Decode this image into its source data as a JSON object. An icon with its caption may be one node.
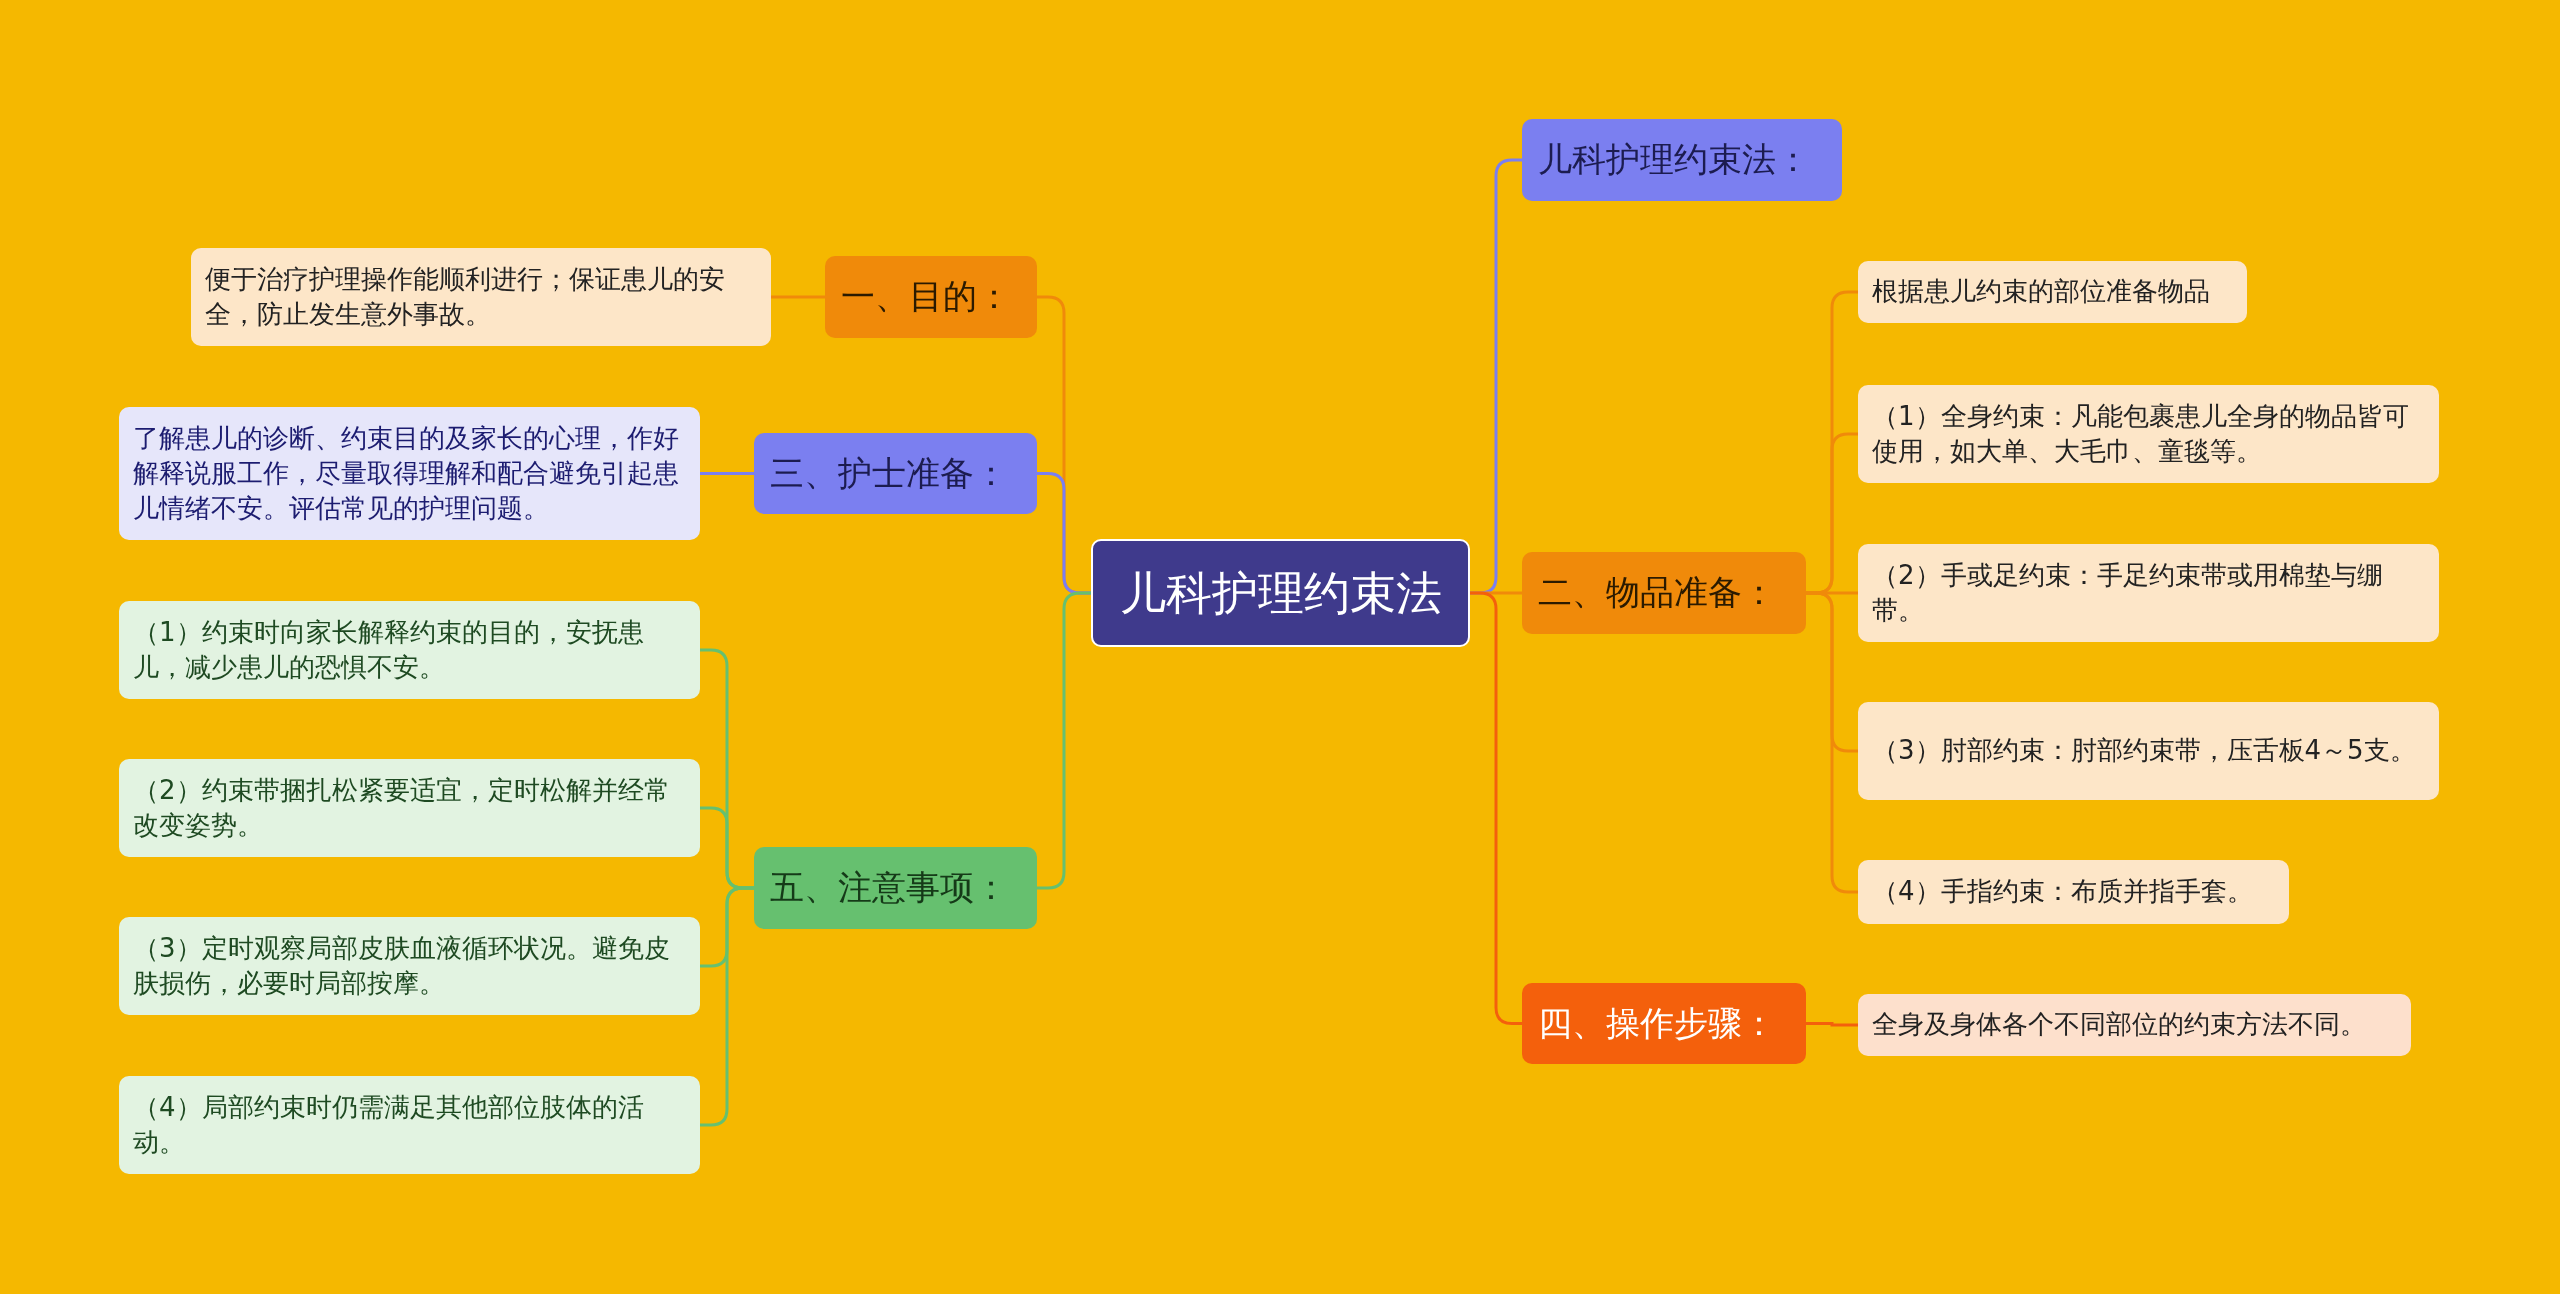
{
  "diagram": {
    "nodes": [
      {
        "text": [
          "儿科护理约束法"
        ]
      },
      {
        "text": [
          "一、目的："
        ]
      },
      {
        "text": [
          "便于治疗护理操作能顺利进行；保证患儿的安全，防止发生意外事故。"
        ]
      },
      {
        "text": [
          "三、护士准备："
        ]
      },
      {
        "text": [
          "了解患儿的诊断、约束目的及家长的心理，作好解释说服工作，尽量取得理解和配合避免引起患儿情绪不安。评估常见的护理问题。"
        ]
      },
      {
        "text": [
          "五、注意事项："
        ]
      },
      {
        "text": [
          "（1）约束时向家长解释约束的目的，安抚患儿，减少患儿的恐惧不安。"
        ]
      },
      {
        "text": [
          "（2）约束带捆扎松紧要适宜，定时松解并经常改变姿势。"
        ]
      },
      {
        "text": [
          "（3）定时观察局部皮肤血液循环状况。避免皮肤损伤，必要时局部按摩。"
        ]
      },
      {
        "text": [
          "（4）局部约束时仍需满足其他部位肢体的活动。"
        ]
      },
      {
        "text": [
          "儿科护理约束法："
        ]
      },
      {
        "text": [
          "二、物品准备："
        ]
      },
      {
        "text": [
          "根据患儿约束的部位准备物品"
        ]
      },
      {
        "text": [
          "（1）全身约束：凡能包裹患儿全身的物品皆可使用，如大单、大毛巾、童毯等。"
        ]
      },
      {
        "text": [
          "（2）手或足约束：手足约束带或用棉垫与绷带。"
        ]
      },
      {
        "text": [
          "（3）肘部约束：肘部约束带，压舌板4～5支。"
        ]
      },
      {
        "text": [
          "（4）手指约束：布质并指手套。"
        ]
      },
      {
        "text": [
          "四、操作步骤："
        ]
      },
      {
        "text": [
          "全身及身体各个不同部位的约束方法不同。"
        ]
      }
    ],
    "edges": [
      {
        "from": 0,
        "to": 1,
        "arrow": "none",
        "color": "#f08a0a"
      },
      {
        "from": 1,
        "to": 2,
        "arrow": "none",
        "color": "#f08a0a"
      },
      {
        "from": 0,
        "to": 3,
        "arrow": "none",
        "color": "#7b7ff0"
      },
      {
        "from": 3,
        "to": 4,
        "arrow": "none",
        "color": "#7b7ff0"
      },
      {
        "from": 0,
        "to": 5,
        "arrow": "none",
        "color": "#66c06f"
      },
      {
        "from": 5,
        "to": 6,
        "arrow": "none",
        "color": "#66c06f"
      },
      {
        "from": 5,
        "to": 7,
        "arrow": "none",
        "color": "#66c06f"
      },
      {
        "from": 5,
        "to": 8,
        "arrow": "none",
        "color": "#66c06f"
      },
      {
        "from": 5,
        "to": 9,
        "arrow": "none",
        "color": "#66c06f"
      },
      {
        "from": 0,
        "to": 10,
        "arrow": "none",
        "color": "#7b7ff0"
      },
      {
        "from": 0,
        "to": 11,
        "arrow": "none",
        "color": "#f08a0a"
      },
      {
        "from": 11,
        "to": 12,
        "arrow": "none",
        "color": "#f08a0a"
      },
      {
        "from": 11,
        "to": 13,
        "arrow": "none",
        "color": "#f08a0a"
      },
      {
        "from": 11,
        "to": 14,
        "arrow": "none",
        "color": "#f08a0a"
      },
      {
        "from": 11,
        "to": 15,
        "arrow": "none",
        "color": "#f08a0a"
      },
      {
        "from": 11,
        "to": 16,
        "arrow": "none",
        "color": "#f08a0a"
      },
      {
        "from": 0,
        "to": 17,
        "arrow": "none",
        "color": "#f4600c"
      },
      {
        "from": 17,
        "to": 18,
        "arrow": "none",
        "color": "#f4600c"
      }
    ]
  }
}
